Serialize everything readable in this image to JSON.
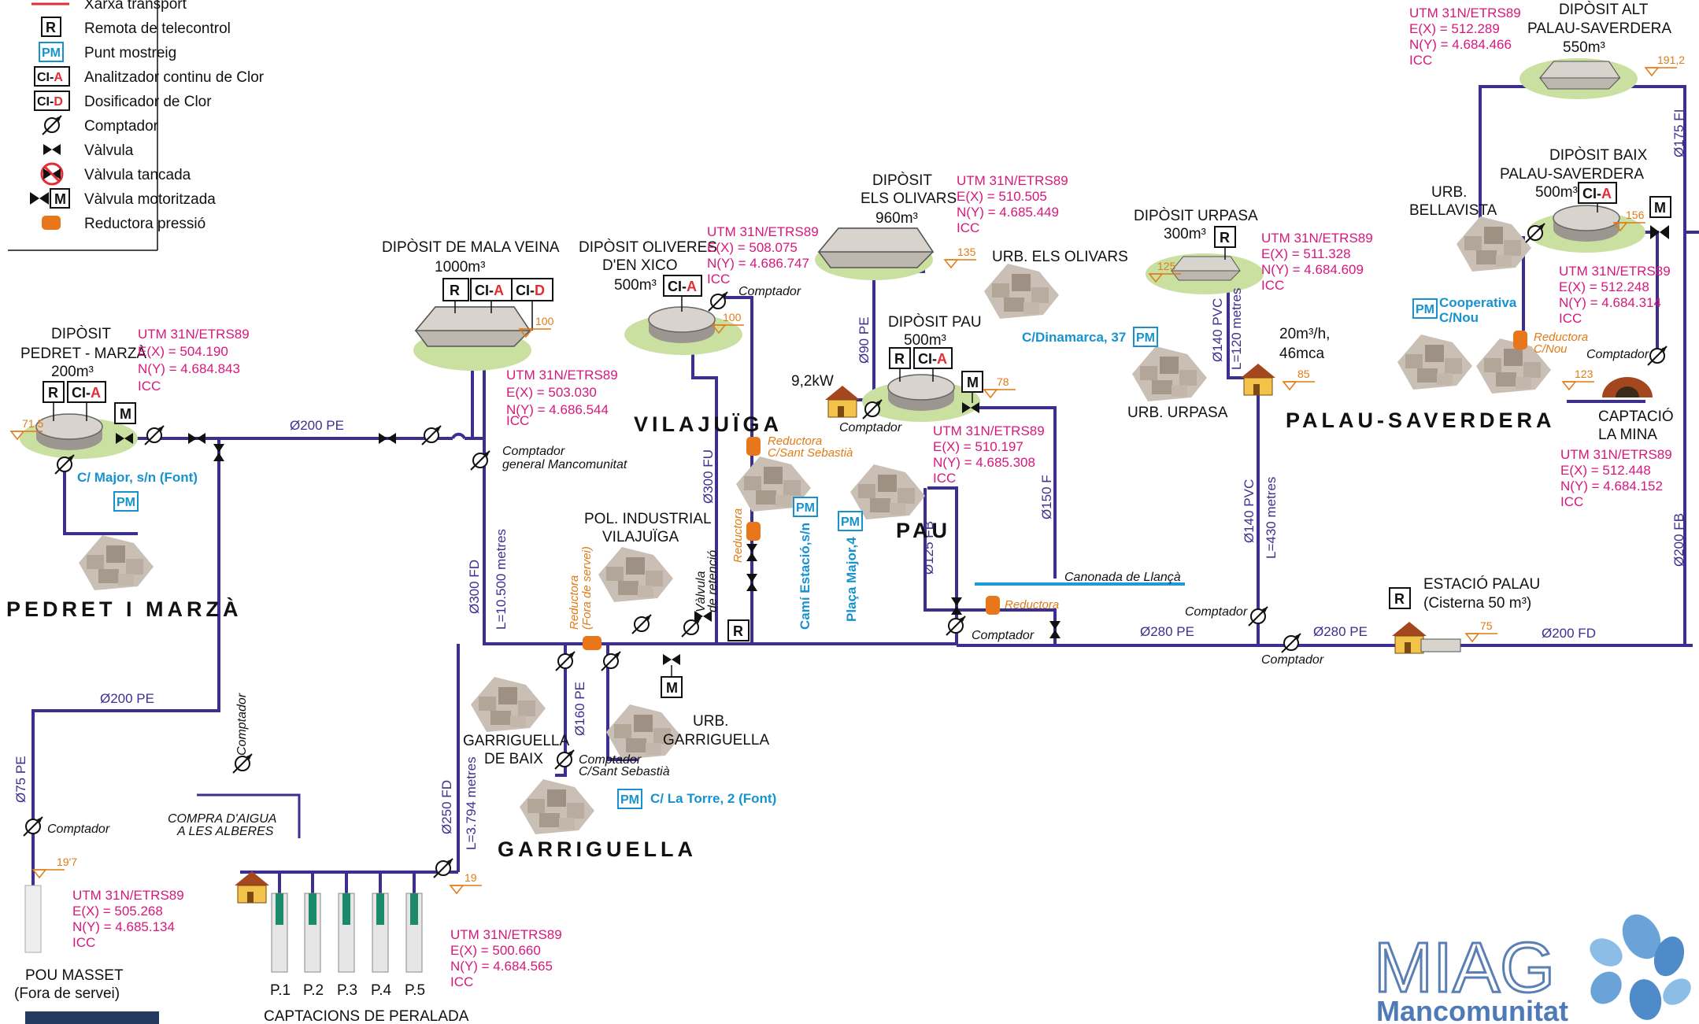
{
  "legend": {
    "items": [
      {
        "symbol": "",
        "label": "Xarxa transport"
      },
      {
        "symbol": "R",
        "label": "Remota de telecontrol"
      },
      {
        "symbol": "PM",
        "label": "Punt mostreig"
      },
      {
        "symbol": "CI-A",
        "label": "Analitzador continu de Clor"
      },
      {
        "symbol": "CI-D",
        "label": "Dosificador de Clor"
      },
      {
        "symbol": "",
        "label": "Comptador"
      },
      {
        "symbol": "",
        "label": "Vàlvula"
      },
      {
        "symbol": "",
        "label": "Vàlvula tancada"
      },
      {
        "symbol": "M",
        "label": "Vàlvula motoritzada"
      },
      {
        "symbol": "",
        "label": "Reductora pressió"
      }
    ]
  },
  "symbols": {
    "r": "R",
    "pm": "PM",
    "m": "M",
    "cia": "CI-A",
    "cid": "CI-D"
  },
  "towns": {
    "pedret": "PEDRET I MARZÀ",
    "vilajuiga": "VILAJUÏGA",
    "pau": "PAU",
    "palau": "PALAU-SAVERDERA",
    "garriguella": "GARRIGUELLA"
  },
  "deposits": {
    "pedret": {
      "l1": "DIPÒSIT",
      "l2": "PEDRET - MARZÀ",
      "l3": "200m³",
      "alt": "71,5"
    },
    "malaveina": {
      "l1": "DIPÒSIT DE MALA VEINA",
      "l2": "1000m³",
      "alt": "100"
    },
    "oliveres": {
      "l1": "DIPÒSIT OLIVERES",
      "l2": "D'EN XICO",
      "l3": "500m³",
      "alt": "100"
    },
    "olivars": {
      "l1": "DIPÒSIT",
      "l2": "ELS OLIVARS",
      "l3": "960m³",
      "alt": "135"
    },
    "pau": {
      "l1": "DIPÒSIT PAU",
      "l2": "500m³",
      "alt": "78"
    },
    "urpasa": {
      "l1": "DIPÒSIT URPASA",
      "l2": "300m³",
      "alt": "125"
    },
    "palau_alt": {
      "l1": "DIPÒSIT ALT",
      "l2": "PALAU-SAVERDERA",
      "l3": "550m³",
      "alt": "191,2"
    },
    "palau_baix": {
      "l1": "DIPÒSIT BAIX",
      "l2": "PALAU-SAVERDERA",
      "l3": "500m³",
      "alt": "156"
    },
    "estacio_palau": {
      "l1": "ESTACIÓ PALAU",
      "l2": "(Cisterna 50 m³)",
      "alt": "75"
    }
  },
  "utm": {
    "pedret": {
      "h": "UTM 31N/ETRS89",
      "e": "E(X) =    504.190",
      "n": "N(Y) = 4.684.843",
      "s": "ICC"
    },
    "malaveina": {
      "h": "UTM 31N/ETRS89",
      "e": "E(X) =    503.030",
      "n": "N(Y) = 4.686.544",
      "s": "ICC"
    },
    "oliveres": {
      "h": "UTM 31N/ETRS89",
      "e": "E(X) =    508.075",
      "n": "N(Y) = 4.686.747",
      "s": "ICC"
    },
    "olivars": {
      "h": "UTM 31N/ETRS89",
      "e": "E(X) =    510.505",
      "n": "N(Y) = 4.685.449",
      "s": "ICC"
    },
    "pau": {
      "h": "UTM 31N/ETRS89",
      "e": "E(X) =    510.197",
      "n": "N(Y) = 4.685.308",
      "s": "ICC"
    },
    "urpasa": {
      "h": "UTM 31N/ETRS89",
      "e": "E(X) =    511.328",
      "n": "N(Y) = 4.684.609",
      "s": "ICC"
    },
    "palau_alt": {
      "h": "UTM 31N/ETRS89",
      "e": "E(X) =    512.289",
      "n": "N(Y) = 4.684.466",
      "s": "ICC"
    },
    "palau_baix": {
      "h": "UTM 31N/ETRS89",
      "e": "E(X) =    512.248",
      "n": "N(Y) = 4.684.314",
      "s": "ICC"
    },
    "mina": {
      "h": "UTM 31N/ETRS89",
      "e": "E(X) =    512.448",
      "n": "N(Y) = 4.684.152",
      "s": "ICC"
    },
    "masset": {
      "h": "UTM 31N/ETRS89",
      "e": "E(X) =    505.268",
      "n": "N(Y) = 4.685.134",
      "s": "ICC"
    },
    "peralada": {
      "h": "UTM 31N/ETRS89",
      "e": "E(X) =    500.660",
      "n": "N(Y) = 4.684.565",
      "s": "ICC"
    }
  },
  "pipes": {
    "p200pe_top": "Ø200 PE",
    "p200pe_mid": "Ø200 PE",
    "p75pe": "Ø75 PE",
    "p300fd": "Ø300 FD",
    "p300fd_len": "L=10.500 metres",
    "p250fd": "Ø250 FD",
    "p250fd_len": "L=3.794 metres",
    "p160pe": "Ø160 PE",
    "p300fu": "Ø300 FU",
    "p90pe": "Ø90 PE",
    "p125fb": "Ø125 FB",
    "p150f": "Ø150 F",
    "p140pvc_top": "Ø140 PVC",
    "p140_len_top": "L=120 metres",
    "p140pvc_bot": "Ø140 PVC",
    "p140_len_bot": "L=430 metres",
    "p280pe_1": "Ø280 PE",
    "p280pe_2": "Ø280 PE",
    "p200fd": "Ø200 FD",
    "p200fb": "Ø200 FB",
    "p175fi": "Ø175 FI"
  },
  "labels": {
    "comptador_general": "Comptador",
    "comptador_general2": "general Mancomunitat",
    "comptador": "Comptador",
    "compra1": "COMPRA D'AIGUA",
    "compra2": "A LES ALBERES",
    "pou1": "POU MASSET",
    "pou2": "(Fora de servei)",
    "pou_alt": "19'7",
    "peralada_alt": "19",
    "captacions": "CAPTACIONS DE PERALADA",
    "wells": [
      "P.1",
      "P.2",
      "P.3",
      "P.4",
      "P.5"
    ],
    "pol1": "POL. INDUSTRIAL",
    "pol2": "VILAJUÏGA",
    "garr_baix1": "GARRIGUELLA",
    "garr_baix2": "DE BAIX",
    "urb_garr1": "URB.",
    "urb_garr2": "GARRIGUELLA",
    "urb_olivars": "URB. ELS OLIVARS",
    "urb_urpasa": "URB. URPASA",
    "urb_bellavista1": "URB.",
    "urb_bellavista2": "BELLAVISTA",
    "mina1": "CAPTACIÓ",
    "mina2": "LA MINA",
    "mina_alt": "123",
    "bomba_pau": "9,2kW",
    "bomba_urpasa1": "20m³/h,",
    "bomba_urpasa2": "46mca",
    "bomba_urpasa_alt": "85",
    "llanca": "Canonada de Llançà",
    "valv_ret1": "Vàlvula",
    "valv_ret2": "de retenció"
  },
  "pm": {
    "major": "C/ Major, s/n (Font)",
    "torre": "C/ La Torre, 2 (Font)",
    "estacio": "Camí Estació,s/n",
    "placa": "Plaça Major,4",
    "dinamarca": "C/Dinamarca, 37",
    "coop1": "Cooperativa",
    "coop2": "C/Nou"
  },
  "reductores": {
    "r1a": "Reductora",
    "r1b": "(Fora de servei)",
    "r2a": "Reductora",
    "r2b": "C/Sant Sebastià",
    "r3": "Reductora",
    "r4": "Reductora",
    "r5a": "Reductora",
    "r5b": "C/Nou",
    "garr_comp1": "Comptador",
    "garr_comp2": "C/Sant Sebastià"
  },
  "logo": {
    "main": "MIAG",
    "sub": "Mancomunitat"
  },
  "colors": {
    "pipe": "#3d2f8f",
    "utm": "#d6187c",
    "pm": "#1693cf",
    "reductora": "#e07b16",
    "llanca": "#1d9bd6"
  }
}
